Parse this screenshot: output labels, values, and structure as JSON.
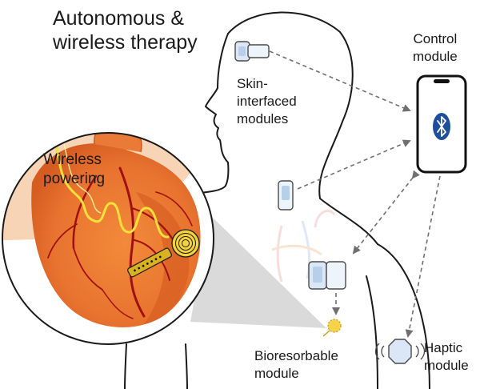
{
  "title": {
    "line1": "Autonomous &",
    "line2": "wireless therapy"
  },
  "labels": {
    "control": {
      "line1": "Control",
      "line2": "module"
    },
    "skin": {
      "line1": "Skin-",
      "line2": "interfaced",
      "line3": "modules"
    },
    "wireless": {
      "line1": "Wireless",
      "line2": "powering"
    },
    "bioresorbable": {
      "line1": "Bioresorbable",
      "line2": "module"
    },
    "haptic": {
      "line1": "Haptic",
      "line2": "module"
    }
  },
  "icons": {
    "phone": "smartphone-icon",
    "bluetooth": "bluetooth-icon",
    "coil": "wireless-coil-icon",
    "haptic": "vibration-icon"
  },
  "colors": {
    "outline": "#1a1a1a",
    "arrow": "#707070",
    "heart": "#e8732f",
    "vessel": "#a01010",
    "coil": "#f4e03a",
    "bluetooth": "#1f4f9a",
    "module": "#d7e6f7"
  }
}
